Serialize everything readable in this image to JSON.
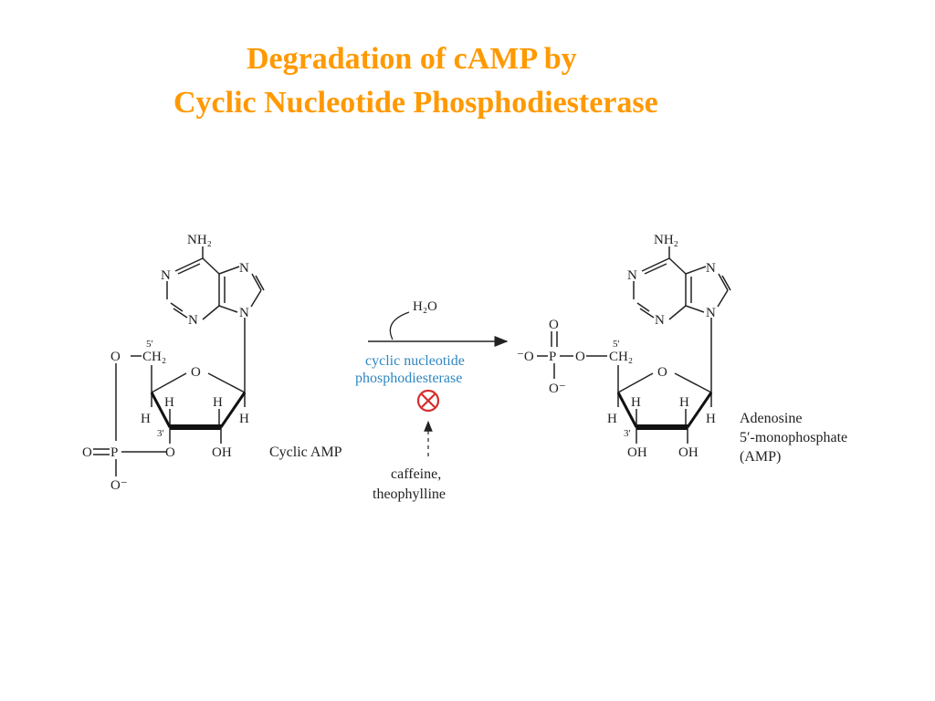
{
  "title": {
    "line1": "Degradation of cAMP by",
    "line2": "Cyclic Nucleotide Phosphodiesterase"
  },
  "reactant": {
    "name": "Cyclic AMP",
    "atoms": {
      "nh2": "NH₂",
      "n1": "N",
      "n3": "N",
      "n7": "N",
      "n9": "N",
      "o5": "O",
      "ch2": "CH₂",
      "p5": "5'",
      "ring_o": "O",
      "h1": "H",
      "h2": "H",
      "h3": "H",
      "h4": "H",
      "p3": "3'",
      "o3": "O",
      "oh": "OH",
      "po_o": "O",
      "p": "P",
      "o_minus": "O⁻"
    }
  },
  "product": {
    "name_line1": "Adenosine",
    "name_line2": "5′-monophosphate",
    "name_line3": "(AMP)",
    "atoms": {
      "nh2": "NH₂",
      "n1": "N",
      "n3": "N",
      "n7": "N",
      "n9": "N",
      "o_top": "O",
      "om_left": "⁻O",
      "p": "P",
      "o_link": "O",
      "o_bottom": "O⁻",
      "ch2": "CH₂",
      "p5": "5'",
      "ring_o": "O",
      "h1": "H",
      "h2": "H",
      "h3": "H",
      "h4": "H",
      "p3": "3'",
      "oh1": "OH",
      "oh2": "OH"
    }
  },
  "reaction": {
    "water": "H₂O",
    "enzyme_line1": "cyclic nucleotide",
    "enzyme_line2": "phosphodiesterase",
    "inhibitor_line1": "caffeine,",
    "inhibitor_line2": "theophylline"
  },
  "colors": {
    "title": "#ff9900",
    "enzyme": "#2e86c1",
    "inhibit": "#d62c2c"
  }
}
